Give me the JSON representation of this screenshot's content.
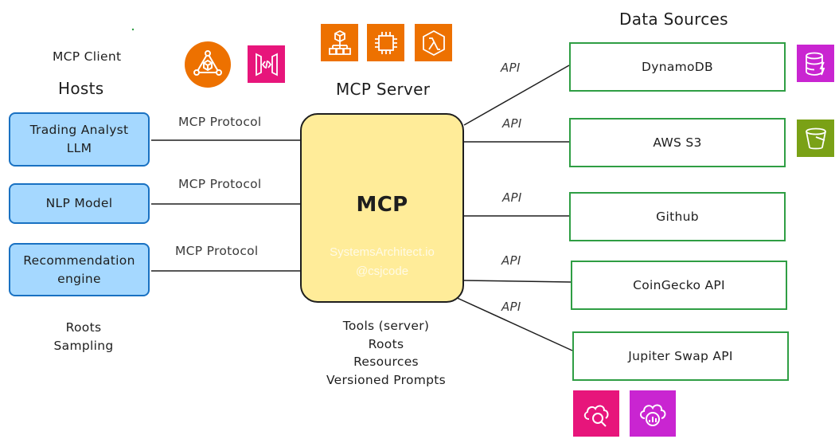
{
  "left": {
    "client_label": "MCP Client",
    "hosts_title": "Hosts",
    "hosts": [
      {
        "label": "Trading Analyst\nLLM"
      },
      {
        "label": "NLP Model"
      },
      {
        "label": "Recommendation\nengine"
      }
    ],
    "capabilities": [
      "Roots",
      "Sampling"
    ]
  },
  "protocol_label": "MCP Protocol",
  "server": {
    "title": "MCP Server",
    "core_label": "MCP",
    "watermark": [
      "SystemsArchitect.io",
      "@csjcode"
    ],
    "capabilities": [
      "Tools (server)",
      "Roots",
      "Resources",
      "Versioned Prompts"
    ]
  },
  "sources": {
    "title": "Data Sources",
    "api_label": "API",
    "items": [
      {
        "label": "DynamoDB"
      },
      {
        "label": "AWS S3"
      },
      {
        "label": "Github"
      },
      {
        "label": "CoinGecko API"
      },
      {
        "label": "Jupiter Swap API"
      }
    ]
  },
  "icons": {
    "client": [
      "aws-step-functions-icon",
      "api-gateway-icon"
    ],
    "server": [
      "ecs-cluster-icon",
      "compute-chip-icon",
      "lambda-container-icon"
    ],
    "sources": [
      "dynamodb-icon",
      "s3-bucket-icon"
    ],
    "bottom": [
      "cloud-search-icon",
      "cloud-monitoring-icon"
    ]
  },
  "colors": {
    "host_fill": "#a5d8ff",
    "host_stroke": "#1971c2",
    "mcp_fill": "#ffec99",
    "source_stroke": "#2f9e44",
    "aws_orange": "#ed7100",
    "aws_pink": "#e7157b",
    "aws_purple": "#c925d1",
    "aws_green": "#7aa116"
  }
}
